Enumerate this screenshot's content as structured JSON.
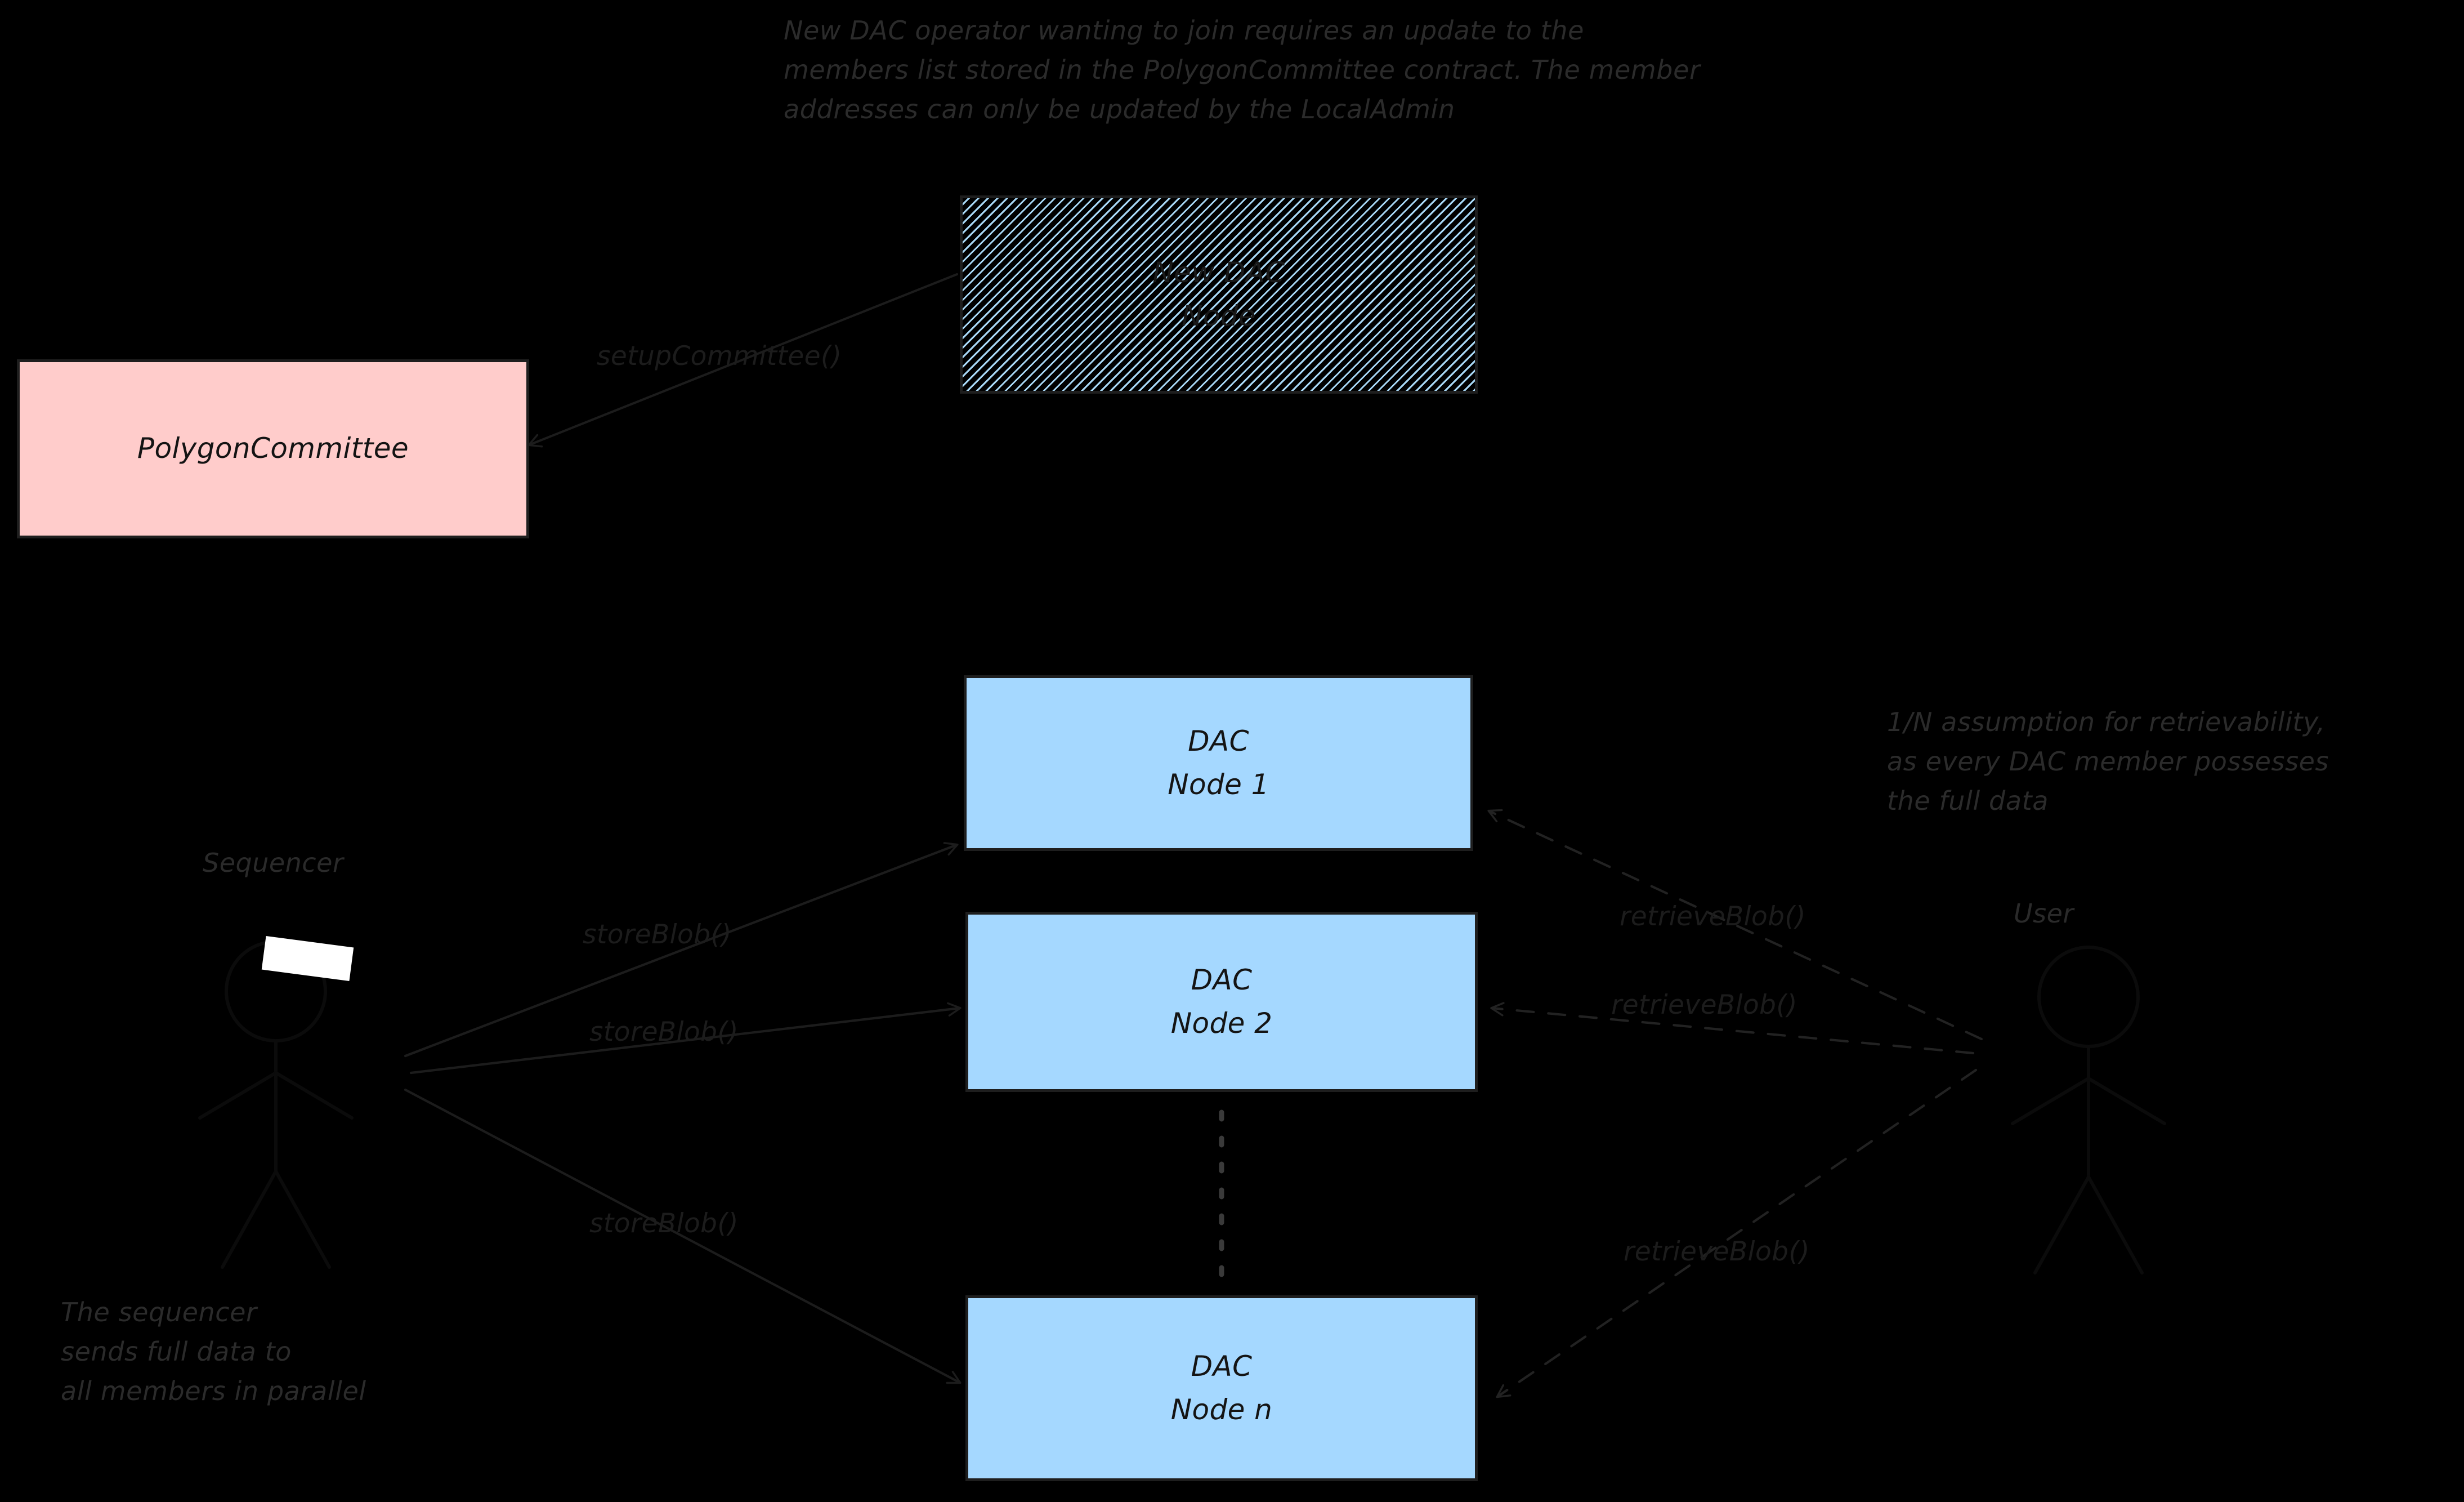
{
  "diagram": {
    "title_notes": {
      "top": "New DAC operator wanting to join requires an update to the\nmembers list stored in the PolygonCommittee contract. The member\naddresses can only be updated by the LocalAdmin",
      "right": "1/N assumption for retrievability,\nas every DAC member possesses\nthe full data",
      "bottom": "The sequencer\nsends full data to\nall members in parallel"
    },
    "nodes": {
      "committee": {
        "label": "PolygonCommittee",
        "fill": "#ffcccb"
      },
      "new_dac": {
        "label": "New DAC\nNode",
        "fill": "#000000",
        "hatch": "#a9d9f7"
      },
      "dac_node_1": {
        "label": "DAC\nNode 1",
        "fill": "#a5d8ff"
      },
      "dac_node_2": {
        "label": "DAC\nNode 2",
        "fill": "#a5d8ff"
      },
      "dac_node_n": {
        "label": "DAC\nNode n",
        "fill": "#a5d8ff"
      }
    },
    "actors": {
      "sequencer": "Sequencer",
      "user": "User"
    },
    "edges": {
      "setup_committee": "setupCommittee()",
      "store_blob_1": "storeBlob()",
      "store_blob_2": "storeBlob()",
      "store_blob_3": "storeBlob()",
      "retrieve_blob_1": "retrieveBlob()",
      "retrieve_blob_2": "retrieveBlob()",
      "retrieve_blob_3": "retrieveBlob()"
    },
    "colors": {
      "background": "#000000",
      "stroke": "#1e1e1e",
      "pink": "#ffcccb",
      "blue": "#a5d8ff",
      "hatch_stripe": "#a9d9f7"
    }
  }
}
